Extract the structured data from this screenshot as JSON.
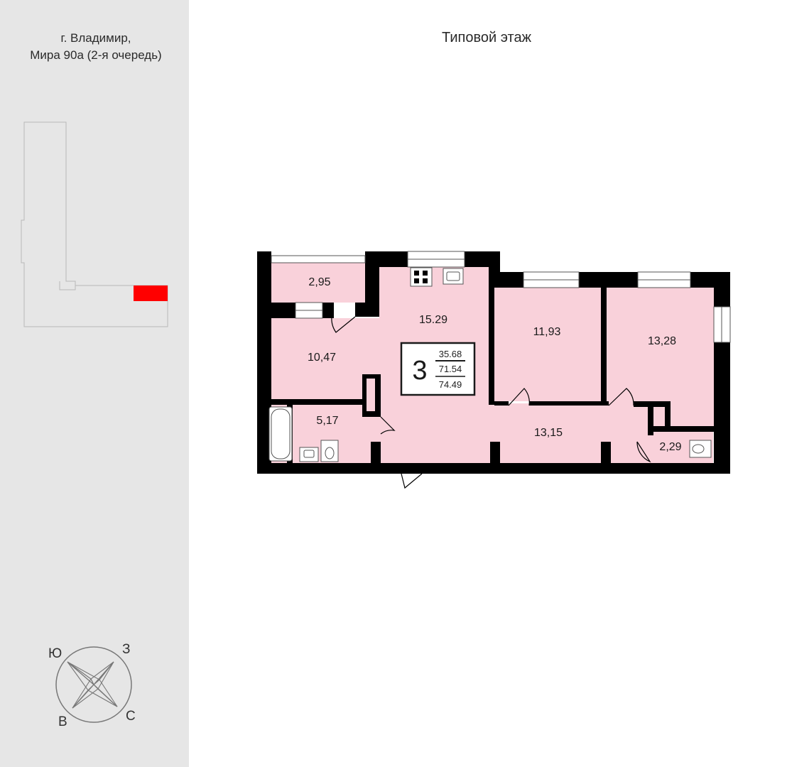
{
  "location": {
    "city_line": "г. Владимир,",
    "address_line": "Мира 90а (2-я очередь)"
  },
  "floor_title": "Типовой этаж",
  "highlight_color": "#ff0000",
  "room_fill_color": "#f9d1da",
  "wall_color": "#000000",
  "compass": {
    "north": "С",
    "south": "Ю",
    "east": "В",
    "west": "З"
  },
  "apartment": {
    "rooms_count": "3",
    "living_area": "35.68",
    "total_area": "71.54",
    "total_area_with_balcony": "74.49"
  },
  "rooms": {
    "balcony": "2,95",
    "kitchen": "15.29",
    "bedroom_1": "11,93",
    "bedroom_2": "13,28",
    "living_room": "10,47",
    "bathroom": "5,17",
    "corridor": "13,15",
    "wc": "2,29"
  }
}
